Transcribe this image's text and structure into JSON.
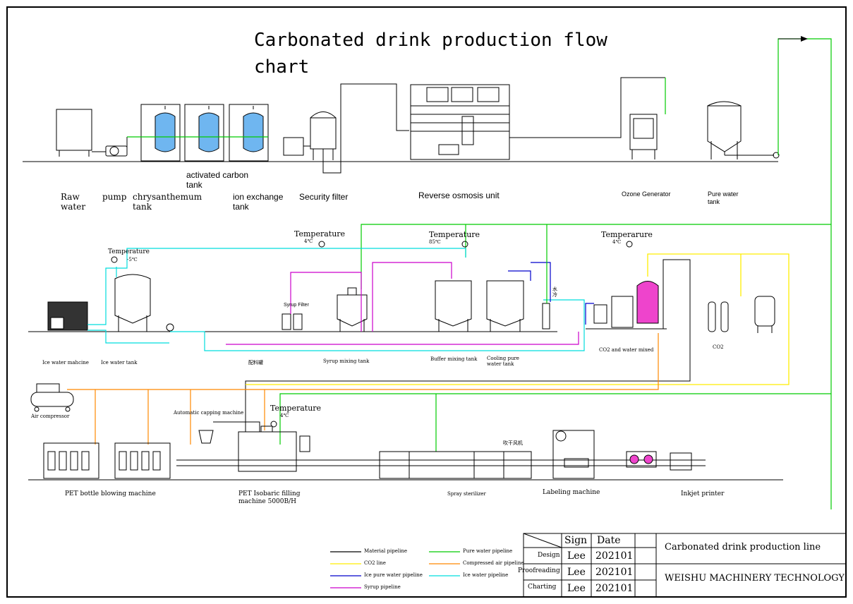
{
  "title": "Carbonated drink production flow chart",
  "row1": {
    "raw_water": [
      "Raw",
      "water"
    ],
    "pump": "pump",
    "chrysanthemum": [
      "chrysanthemum",
      "tank"
    ],
    "activated_carbon": [
      "activated carbon",
      "tank"
    ],
    "ion_exchange": [
      "ion exchange",
      "tank"
    ],
    "security_filter": "Security filter",
    "reverse_osmosis": "Reverse osmosis unit",
    "ozone": "Ozone Generator",
    "pure_water_tank": [
      "Pure water",
      "tank"
    ]
  },
  "row2": {
    "temp1": [
      "Temperature",
      "-5℃"
    ],
    "temp2": [
      "Temperature",
      "4℃"
    ],
    "temp3": [
      "Temperature",
      "85℃"
    ],
    "temp4": [
      "Temperarure",
      "4℃"
    ],
    "ice_water_machine": "Ice water mahcine",
    "ice_water_tank": "Ice water tank",
    "batching_tank": "配料罐",
    "syrup_filter": "Syrup Filter",
    "syrup_mixing": "Syrup mixing tank",
    "buffer_mixing": "Buffer mixing tank",
    "cooling_pure": [
      "Cooling pure",
      "water tank"
    ],
    "water_cooling": [
      "水",
      "冷"
    ],
    "co2_mixed": "CO2 and water mixed",
    "co2": "CO2"
  },
  "row3": {
    "air_compressor": "Air compressor",
    "capping": "Automatic capping machine",
    "temp5": [
      "Temperature",
      "4℃"
    ],
    "blower": "吹干风机",
    "pet_blowing": "PET bottle blowing machine",
    "pet_filling": [
      "PET Isobaric filling",
      "machine 5000B/H"
    ],
    "spray": "Spray sterilizer",
    "labeling": "Labeling machine",
    "inkjet": "Inkjet printer"
  },
  "legend": [
    {
      "label": "Material pipeline",
      "color": "#000000"
    },
    {
      "label": "Pure water pipeline",
      "color": "#00cc00"
    },
    {
      "label": "CO2 line",
      "color": "#ffee00"
    },
    {
      "label": "Compressed air pipeline",
      "color": "#ff8800"
    },
    {
      "label": "Ice pure water pipeline",
      "color": "#0000cc"
    },
    {
      "label": "Ice water pipeline",
      "color": "#00dddd"
    },
    {
      "label": "Syrup pipeline",
      "color": "#cc00cc"
    }
  ],
  "title_block": {
    "sign_header": "Sign",
    "date_header": "Date",
    "rows": [
      {
        "role": "Design",
        "sign": "Lee",
        "date": "202101"
      },
      {
        "role": "Proofreading",
        "sign": "Lee",
        "date": "202101"
      },
      {
        "role": "Charting",
        "sign": "Lee",
        "date": "202101"
      }
    ],
    "line_name": "Carbonated drink production line",
    "company": "WEISHU MACHINERY TECHNOLOGY"
  },
  "colors": {
    "material": "#000000",
    "pure_water": "#00cc00",
    "co2": "#ffee00",
    "air": "#ff8800",
    "ice_pure": "#0000cc",
    "ice_water": "#00dddd",
    "syrup": "#cc00cc",
    "tank_fill": "#6fb6f0",
    "pink_tank": "#ee44cc"
  }
}
